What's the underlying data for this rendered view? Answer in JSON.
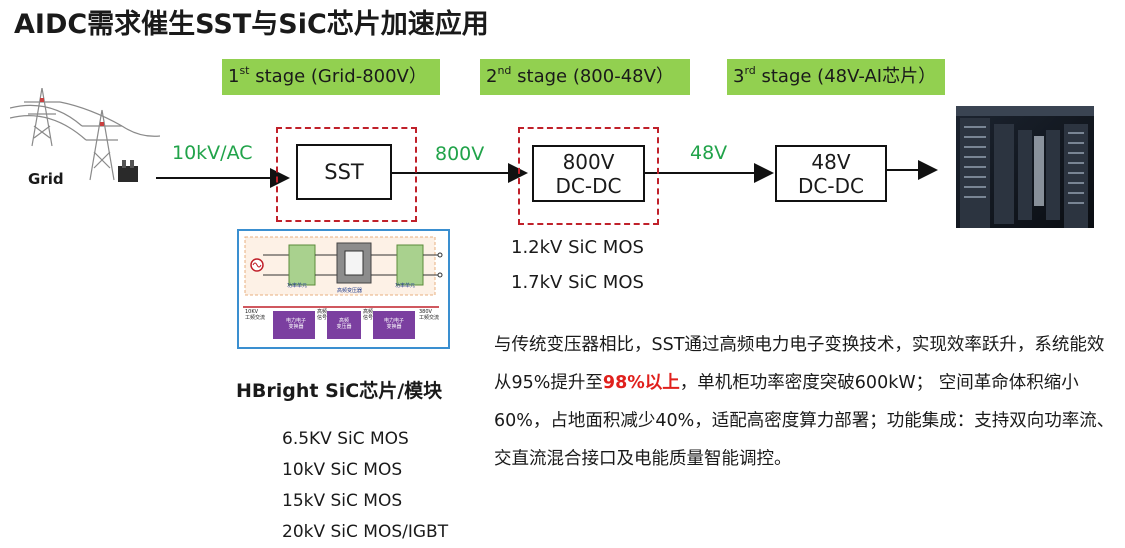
{
  "title": "AIDC需求催生SST与SiC芯片加速应用",
  "stages": [
    {
      "sup_prefix": "1",
      "sup": "st",
      "text": " stage (Grid-800V）"
    },
    {
      "sup_prefix": "2",
      "sup": "nd",
      "text": " stage (800-48V）"
    },
    {
      "sup_prefix": "3",
      "sup": "rd",
      "text": " stage (48V-AI芯片）"
    }
  ],
  "grid_label": "Grid",
  "voltages": {
    "v_in": "10kV/AC",
    "v_800": "800V",
    "v_48": "48V"
  },
  "boxes": {
    "sst": "SST",
    "dcdc1_line1": "800V",
    "dcdc1_line2": "DC-DC",
    "dcdc2_line1": "48V",
    "dcdc2_line2": "DC-DC"
  },
  "mos_stage2": [
    "1.2kV SiC MOS",
    "1.7kV SiC MOS"
  ],
  "hbright_title": "HBright SiC芯片/模块",
  "hbright_list": [
    "6.5KV SiC MOS",
    "10kV SiC MOS",
    "15kV SiC MOS",
    "20kV SiC MOS/IGBT"
  ],
  "paragraph": {
    "part1": "与传统变压器相比，SST通过高频电力电子变换技术，实现效率跃升，系统能效从95%提升至",
    "highlight": "98%以上",
    "part2": "，单机柜功率密度突破600kW； 空间革命体积缩小60%，占地面积减少40%，适配高密度算力部署；功能集成：支持双向功率流、交直流混合接口及电能质量智能调控。"
  },
  "inset": {
    "block_left": "功率单元",
    "block_mid": "高频变压器",
    "block_right": "功率单元",
    "in_label": "10KV\n工频交流",
    "sig1": "高频\n信号",
    "sig2": "高频\n信号",
    "out_label": "380V\n工频交流",
    "conv1": "电力电子\n变换器",
    "conv2": "高频\n变压器",
    "conv3": "电力电子\n变换器"
  },
  "colors": {
    "stage_bg": "#92d050",
    "voltage_green": "#21a34a",
    "dash_red": "#c0202a",
    "highlight_red": "#e0201c",
    "purple": "#7b3fa0"
  }
}
